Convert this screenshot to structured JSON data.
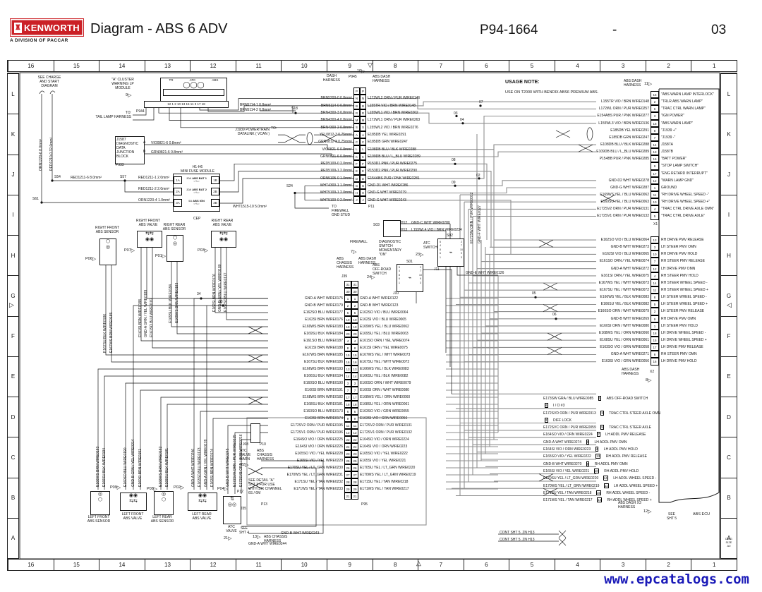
{
  "header": {
    "brand": "KENWORTH",
    "division": "A DIVISION OF PACCAR",
    "title": "Diagram - ABS 6 ADV",
    "doc_number": "P94-1664",
    "dash": "-",
    "sheet": "03"
  },
  "footer": {
    "url": "www.epcatalogs.com",
    "dwg_size": "DWG\nSIZE\nA0"
  },
  "grid": {
    "columns": [
      "16",
      "15",
      "14",
      "13",
      "12",
      "11",
      "10",
      "9",
      "8",
      "7",
      "6",
      "5",
      "4",
      "3",
      "2",
      "1"
    ],
    "rows": [
      "L",
      "K",
      "J",
      "I",
      "H",
      "G",
      "F",
      "E",
      "D",
      "C",
      "B",
      "A"
    ]
  },
  "notes": {
    "usage_title": "USAGE NOTE:",
    "usage_body": "USE ON T2000 WITH BENDIX ABS6 PREMIUM ABS.",
    "see_charge": "SEE CHARGE\nAND START\nDIAGRAM",
    "detail": "SEE DETAIL \"A\"\nSHT 3 FOR USE\nWITH SIX CHANNEL\n6S / 6M",
    "see_sht4": "SEE\nSHT 4",
    "see_sht5": "SEE\nSHT 5",
    "cont1": "CONT SHT 5, ZN H13",
    "cont2": "CONT SHT 5, ZN H13"
  },
  "markers": {
    "cluster": "9",
    "p945": "10",
    "x1": "11",
    "x2": "8",
    "x3": "12",
    "firewall": "7",
    "atc_switch": "23",
    "offroad_switch": "24",
    "j08": "22",
    "p13": "13",
    "atc_valve": "21"
  },
  "power": {
    "orn1220_6": "ORN1220-6 8.0mm²",
    "red1210": "RED1210-0 32.0mm²",
    "s54": "S54",
    "s57": "S57",
    "s61": "S61",
    "s18": "S18",
    "s24": "S24",
    "red1211_6": "RED1211-6 8.0mm²",
    "red1211_1": "RED1211-1 2.0mm²",
    "red1211_2": "RED1211-2 2.0mm²",
    "orn1220_4": "ORN1220-4 1.0mm²",
    "wht1515": "WHT1515-10 5.0mm²",
    "to_firewall": "TO\nFIREWALL\nGND STUD",
    "brn5114_1": "BRN5114-1 0.8mm²",
    "brn5114_2": "BRN5114-2 0.8mm²"
  },
  "fuse_module": {
    "title": "H1-H6\nMINI FUSE MODULE",
    "fuses": [
      {
        "amp": "10A",
        "name": "ABS BAT 1",
        "a": "1A",
        "b": "1B"
      },
      {
        "amp": "10A",
        "name": "ABS BAT 2",
        "a": "2A",
        "b": "2B"
      },
      {
        "amp": "5A",
        "name": "ABS IGN",
        "a": "3A",
        "b": "3B"
      }
    ]
  },
  "cluster": {
    "title": "\"A\" CLUSTER\nWARNING LP\nMODULE",
    "lamps": [
      "TR",
      "ATC",
      "ABS"
    ],
    "pins": "12   1   2   10  13  15  11   3   17  18",
    "connector": "P944",
    "tail": "TO:\nTAIL LAMP HARNESS"
  },
  "j1587": {
    "title": "J1587\nDIAGNOSTIC\nDATA\nJUNCTION\nBLOCK",
    "connector": "P933",
    "pin_a": "A",
    "wire_a": "VIO0821-6 0.8mm²",
    "pin_b": "B",
    "wire_b": "GRN0821-6 0.8mm²"
  },
  "datalink": {
    "to": "TO:",
    "label": "J1939 POWERTRAIN\nDATALINK ( VCAN )"
  },
  "p945": {
    "left_title": "DASH\nHARNESS",
    "name": "P945",
    "right_title": "ABS DASH\nHARNESS",
    "bottom": "P11",
    "rows": [
      {
        "lw": "",
        "p": "P",
        "rw": ""
      },
      {
        "lw": "BRN5200-0 0.8mm²",
        "p": "N",
        "rw": "L172WL2 ORN / PUR WIRE0146"
      },
      {
        "lw": "BRN5114-0 0.8mm²",
        "p": "B",
        "rw": "L155TR VIO / BRN WIRE0148"
      },
      {
        "lw": "BRN4300-3 0.8mm²",
        "p": "R",
        "rw": "L155WL1 VIO / BRN WIRE0262"
      },
      {
        "lw": "BRN4300-4 0.8mm²",
        "p": "M",
        "rw": "L172WL1 ORN / PUR WIRE0263"
      },
      {
        "lw": "BRN4300-2 0.8mm²",
        "p": "S",
        "rw": "L155WL2 VIO / BRN WIRE0276"
      },
      {
        "lw": "YEL0812-3 0.75mm²",
        "p": "A",
        "rw": "E185DB YEL WIRE0291"
      },
      {
        "lw": "GRN0812-3 0.75mm²",
        "p": "C",
        "rw": "E185DB GRN WIRE0247"
      },
      {
        "lw": "VIO0821-6 0.8mm²",
        "p": "L",
        "rw": "E108DB BLU / BLK WIRE0288"
      },
      {
        "lw": "GRN0821-6 0.8mm²",
        "p": "K",
        "rw": "E109DB BLU / L_BLU WIRE0289"
      },
      {
        "lw": "RED5100-0 2.0mm²",
        "p": "F",
        "rw": "P153D1 PNK / PUR WIRE0275"
      },
      {
        "lw": "RED5100-1 2.0mm²",
        "p": "E",
        "rw": "P153D2 PNK / PUR WIRE0290"
      },
      {
        "lw": "ORN5105-0 1.0mm²",
        "p": "D",
        "rw": "E154ABS PUR / PNK WIRE0281"
      },
      {
        "lw": "WHT4300-1 1.0mm²",
        "p": "G",
        "rw": "GND-D1 WHT WIRE0286"
      },
      {
        "lw": "WHT5100-1 2.0mm²",
        "p": "H",
        "rw": "GND-G WHT WIRE0279"
      },
      {
        "lw": "WHT5100-0 2.0mm²",
        "p": "J",
        "rw": "GND-G WHT WIRE0243"
      }
    ]
  },
  "ecu": {
    "top_title": "ABS DASH\nHARNESS",
    "x1": "X1",
    "x2": "X2",
    "x2_title": "ABS DASH\nHARNESS",
    "x3_title": "ABS DASH  X3\nHARNESS",
    "name": "ABS ECU",
    "x1_rows": [
      {
        "w": "",
        "p": "15",
        "f": "\"ABS WARN LAMP INTERLOCK\""
      },
      {
        "w": "L155TR VIO / BRN WIRE0148",
        "p": "2",
        "f": "\"TRLR ABS WARN LAMP\""
      },
      {
        "w": "L172WL ORN / PUR WIRE0257",
        "p": "6",
        "f": "\"TRAC CTRL WARN LAMP\""
      },
      {
        "w": "E154ABS PUR / PNK WIRE0277",
        "p": "3",
        "f": "\"IGN POWER\""
      },
      {
        "w": "L155WL3 VIO / BRN WIRE0136",
        "p": "18",
        "f": "\"ABS WARN LAMP\""
      },
      {
        "w": "E185DB YEL WIRE0291",
        "p": "8",
        "f": "\"J1939 +\""
      },
      {
        "w": "E185DB GRN WIRE0247",
        "p": "7",
        "f": "\"J1939 -\""
      },
      {
        "w": "E108DB BLU / BLK WIRE0288",
        "p": "14",
        "f": "J1587A"
      },
      {
        "w": "E109DB BLU / L_BLU WIRE0289",
        "p": "13",
        "f": "J1587B"
      },
      {
        "w": "P154BB PUR / PNK WIRE0285",
        "p": "16",
        "f": "\"BATT POWER\""
      },
      {
        "w": "",
        "p": "9",
        "f": "\"STOP LAMP SWITCH\""
      },
      {
        "w": "",
        "p": "17",
        "f": "\"ENG RETARD INTERRUPT\""
      },
      {
        "w": "GND-D2 WHT WIRE0278",
        "p": "12",
        "f": "\"WARN LAMP GND\""
      },
      {
        "w": "GND-G WHT WIRE0287",
        "p": "1",
        "f": "GROUND"
      },
      {
        "w": "E169WS YEL / BLU WIRE0062",
        "p": "11",
        "f": "\"RH DRIVE WHEEL SPEED -\""
      },
      {
        "w": "E169SU YEL / BLU WIRE0063",
        "p": "10",
        "f": "\"RH DRIVE WHEEL SPEED +\""
      },
      {
        "w": "E172SV2 ORN / PUR WIRE0131",
        "p": "4",
        "f": "\"TRAC CTRL DRIVE AXLE OMN\""
      },
      {
        "w": "E172SV1 ORN / PUR WIRE0132",
        "p": "5",
        "f": "\"TRAC CTRL DRIVE AXLE\""
      }
    ],
    "x2_rows": [
      {
        "w": "E162SO VIO / BLU WIRE0064",
        "p": "13",
        "f": "RH DRIVE PMV RELEASE"
      },
      {
        "w": "GND-B WHT WIRE0273",
        "p": "3",
        "f": "LH STEER PMV OMN"
      },
      {
        "w": "E162SI VIO / BLU WIRE0065",
        "p": "10",
        "f": "RH DRIVE PMV HOLD"
      },
      {
        "w": "E161SO ORN / YEL WIRE0074",
        "p": "7",
        "f": "RH STEER PMV RELEASE"
      },
      {
        "w": "GND-A WHT WIRE0272",
        "p": "12",
        "f": "LH DRIVE PMV OMN"
      },
      {
        "w": "E161SI ORN / YEL WIRE0075",
        "p": "4",
        "f": "RH STEER PMV HOLD"
      },
      {
        "w": "E167WS YEL / WHT WIRE0073",
        "p": "14",
        "f": "RH STEER WHEEL SPEED -"
      },
      {
        "w": "E167SU YEL / WHT WIRE0072",
        "p": "11",
        "f": "RH STEER WHEEL SPEED +"
      },
      {
        "w": "E166WS YEL / BLK WIRE0083",
        "p": "8",
        "f": "LH STEER WHEEL SPEED -"
      },
      {
        "w": "E166SU YEL / BLK WIRE0082",
        "p": "5",
        "f": "LH STEER WHEEL SPEED +"
      },
      {
        "w": "E160SO ORN / WHT WIRE0079",
        "p": "2",
        "f": "LH STEER PMV RELEASE"
      },
      {
        "w": "GND-B WHT WIRE0269",
        "p": "9",
        "f": "RH DRIVE PMV OMN"
      },
      {
        "w": "E160SI ORN / WHT WIRE0080",
        "p": "1",
        "f": "LH STEER PMV HOLD"
      },
      {
        "w": "E168WS YEL / ORN WIRE0060",
        "p": "18",
        "f": "LH DRIVE WHEEL SPEED -"
      },
      {
        "w": "E168SU YEL / ORN WIRE0061",
        "p": "15",
        "f": "LH DRIVE WHEEL SPEED +"
      },
      {
        "w": "E163SO VIO / GRN WIRE0058",
        "p": "17",
        "f": "LH DRIVE PMV RELEASE"
      },
      {
        "w": "GND-A WHT WIRE0271",
        "p": "6",
        "f": "RH STEER PMV OMN"
      },
      {
        "w": "E163SI VIO / GRN WIRE0056",
        "p": "16",
        "f": "LH DRIVE PMV HOLD"
      }
    ],
    "x3_rows": [
      {
        "w": "E173SW GRA / BLU WIRE0085",
        "p": "1",
        "f": "ABS OFF-ROAD SWITCH"
      },
      {
        "w": "",
        "p": "6",
        "f": "I / O #3"
      },
      {
        "w": "E172SVD ORN / PUR WIRE0313",
        "p": "3",
        "f": "TRAC CTRL STEER AXLE OMN"
      },
      {
        "w": "",
        "p": "2",
        "f": "DIFF LOCK"
      },
      {
        "w": "E172SVC ORN / PUR WIRE0059",
        "p": "5",
        "f": "TRAC CTRL STEER AXLE"
      },
      {
        "w": "E164SO VIO / ORN WIRE0224",
        "p": "7",
        "f": "LH ADDL PMV RELEASE"
      },
      {
        "w": "GND-A WHT WIRE0274",
        "p": "8",
        "f": "LH ADDL PMV OMN"
      },
      {
        "w": "E164SI VIO / ORN WIRE0223",
        "p": "4",
        "f": "LH ADDL PMV HOLD"
      },
      {
        "w": "E165SO VIO / YEL WIRE0222",
        "p": "13",
        "f": "RH ADDL PMV RELEASE"
      },
      {
        "w": "GND-B WHT WIRE0270",
        "p": "9",
        "f": "RH ADDL PMV OMN"
      },
      {
        "w": "E165SI VIO / YEL WIRE0221",
        "p": "10",
        "f": "RH ADDL PMV HOLD"
      },
      {
        "w": "E170SU YEL / LT_GRN WIRE0220",
        "p": "14",
        "f": "LH ADDL WHEEL SPEED -"
      },
      {
        "w": "E170WS YEL / LT_GRN WIRE0219",
        "p": "11",
        "f": "LH ADDL WHEEL SPEED +"
      },
      {
        "w": "E171SU YEL / TAN WIRE0218",
        "p": "15",
        "f": "RH ADDL WHEEL SPEED -"
      },
      {
        "w": "E171WS YEL / TAN WIRE0217",
        "p": "12",
        "f": "RH ADDL WHEEL SPEED +"
      }
    ]
  },
  "j39": {
    "name": "J39",
    "bottom": "P95",
    "rows": [
      {
        "lw": "",
        "p": "31",
        "rw": ""
      },
      {
        "lw": "",
        "p": "30",
        "rw": ""
      },
      {
        "lw": "GND-A WHT WIRE0175",
        "p": "1",
        "rw": "GND-A WHT WIRE0122"
      },
      {
        "lw": "GND-B WHT WIRE0179",
        "p": "2",
        "rw": "GND-B WHT WIRE0123"
      },
      {
        "lw": "E162SO BLU WIRE0177",
        "p": "5",
        "rw": "E162SO VIO / BLU WIRE0064"
      },
      {
        "lw": "E162SI BRN WIRE0176",
        "p": "10",
        "rw": "E162SI VIO / BLU WIRE0065"
      },
      {
        "lw": "E169WS BRN WIRE0183",
        "p": "19",
        "rw": "E169WS YEL / BLU WIRE0062"
      },
      {
        "lw": "E169SU BLK WIRE0184",
        "p": "20",
        "rw": "E169SU YEL / BLU WIRE0063"
      },
      {
        "lw": "E161SO BLU WIRE0187",
        "p": "4",
        "rw": "E161SO ORN / YEL WIRE0074"
      },
      {
        "lw": "E161SI BRN WIRE0188",
        "p": "8",
        "rw": "E161SI ORN / YEL WIRE0075"
      },
      {
        "lw": "E167WS BRN WIRE0185",
        "p": "15",
        "rw": "E167WS YEL / WHT WIRE0073"
      },
      {
        "lw": "E167SU BLK WIRE0186",
        "p": "16",
        "rw": "E167SU YEL / WHT WIRE0072"
      },
      {
        "lw": "E166WS BRN WIRE0193",
        "p": "13",
        "rw": "E166WS YEL / BLK WIRE0083"
      },
      {
        "lw": "E166SU BLK WIRE0194",
        "p": "14",
        "rw": "E166SU YEL / BLK WIRE0082"
      },
      {
        "lw": "E160SO BLU WIRE0190",
        "p": "3",
        "rw": "E160SO ORN / WHT WIRE0079"
      },
      {
        "lw": "E160SI BRN WIRE0191",
        "p": "7",
        "rw": "E160SI ORN / WHT WIRE0080"
      },
      {
        "lw": "E168WS BRN WIRE0182",
        "p": "17",
        "rw": "E168WS YEL / ORN WIRE0060"
      },
      {
        "lw": "E168SU BLK WIRE0181",
        "p": "18",
        "rw": "E168SU YEL / ORN WIRE0061"
      },
      {
        "lw": "E163SO BLU WIRE0173",
        "p": "6",
        "rw": "E163SO VIO / GRN WIRE0055"
      },
      {
        "lw": "E163SI BRN WIRE0174",
        "p": "9",
        "rw": "E163SI VIO / GRN WIRE0056"
      },
      {
        "lw": "E172SV2 ORN / PUR WIRE0195",
        "p": "11",
        "rw": "E172SV2 ORN / PUR WIRE0131"
      },
      {
        "lw": "E172SV1 ORN / PUR WIRE0196",
        "p": "12",
        "rw": "E172SV1 ORN / PUR WIRE0132"
      },
      {
        "lw": "E164SO VIO / ORN WIRE0225",
        "p": "22",
        "rw": "E164SO VIO / ORN WIRE0224"
      },
      {
        "lw": "E164SI VIO / ORN WIRE0226",
        "p": "24",
        "rw": "E164SI VIO / ORN WIRE0223"
      },
      {
        "lw": "E165SO VIO / YEL WIRE0228",
        "p": "23",
        "rw": "E165SO VIO / YEL WIRE0222"
      },
      {
        "lw": "E165SI VIO / YEL WIRE0229",
        "p": "25",
        "rw": "E165SI VIO / YEL WIRE0221"
      },
      {
        "lw": "E170SU YEL / LT_GRN WIRE0230",
        "p": "26",
        "rw": "E170SU YEL / LT_GRN WIRE0220"
      },
      {
        "lw": "E170WS YEL / LT_GRN WIRE0231",
        "p": "27",
        "rw": "E170WS YEL / LT_GRN WIRE0219"
      },
      {
        "lw": "E171SU YEL / TAN WIRE0232",
        "p": "28",
        "rw": "E171SU YEL / TAN WIRE0218"
      },
      {
        "lw": "E171WS YEL / TAN WIRE0233",
        "p": "29",
        "rw": "E171WS YEL / TAN WIRE0217"
      },
      {
        "lw": "",
        "p": "21",
        "rw": ""
      }
    ]
  },
  "switches": {
    "firewall": "FIREWALL",
    "chassis": "ABS\nCHASSIS\nHARNESS",
    "dash": "ABS DASH\nHARNESS",
    "s03": {
      "id": "S03",
      "label": "DIAGNOSTIC\nSWITCH\nMOMENTARY\n\"ON\"",
      "h12": "H12",
      "h13": "H13",
      "wire_h12": "GND-C WHT WIRE0280",
      "wire_h13": "L155WL4 VIO / BRN WIRE0234"
    },
    "s02": {
      "id": "S02",
      "label": "ATC\nSWITCH",
      "conn": "J11",
      "lp": "5\n4\n8\n6\n1",
      "rp": "2\n7\n10\n9\n3",
      "gnd": "GND-E WHT WIRE0126"
    },
    "s01": {
      "id": "S01",
      "label": "ABS\nOFF-ROAD\nSWITCH",
      "conn": "J10",
      "lp": "5\n4\n8\n6\n1",
      "rp": "2\n7\n10\n9\n3"
    }
  },
  "bus_labels": {
    "b1": "E172SW ORN / PUR WIRE0312",
    "b2": "GND-F WHT WIRE0127"
  },
  "splices": {
    "s07": "07",
    "s03": "03",
    "s04": "04",
    "s08": "08",
    "s09": "09",
    "s02": "02",
    "s05": "05",
    "s06": "06",
    "s34": "34",
    "s33": "33"
  },
  "cep": "CEP",
  "devices_top": [
    {
      "label": "RIGHT FRONT\nABS SENSOR",
      "conn": "P06",
      "wires": [
        "E167SU BLK WIRE0186",
        "E167WS BRN WIRE0185"
      ]
    },
    {
      "label": "RIGHT FRONT\nABS VALVE",
      "conn": "P07",
      "wires": [
        "E161SI BRN WIRE0188",
        "GND-A GRN / YEL WIRE0189",
        "E161SO BLU WIRE0187"
      ]
    },
    {
      "label": "RIGHT REAR\nABS SENSOR",
      "conn": "P01",
      "wires": [
        "E169SU BLK WIRE0184",
        "E169WS BRN WIRE0183"
      ]
    },
    {
      "label": "RIGHT REAR\nABS VALVE",
      "conn": "P03",
      "wires": [
        "E162SI BRN WIRE0176",
        "GND-B GRN / YEL WIRE0180",
        "E162SO BLU WIRE0177"
      ]
    }
  ],
  "devices_bottom": [
    {
      "label": "LEFT FRONT\nABS SENSOR",
      "conn": "P09",
      "wires": [
        "E166WS BRN WIRE0193",
        "E166SU BLK WIRE0194"
      ]
    },
    {
      "label": "LEFT FRONT\nABS VALVE",
      "conn": "P08",
      "wires": [
        "E160SO BLU WIRE0190",
        "GND-B GRN / YEL WIRE0214",
        "E160SI BRN WIRE0191"
      ]
    },
    {
      "label": "LEFT REAR\nABS SENSOR",
      "conn": "P02",
      "wires": [
        "E168WS BRN WIRE0182",
        "E168SU BLK WIRE0181"
      ]
    },
    {
      "label": "LEFT REAR\nABS VALVE",
      "conn": "P04",
      "wires": [
        "GND-A WHT WIRE0246",
        "E163SO BLU WIRE0173",
        "GND-A GRN / YEL WIRE0178",
        "E163SI BRN WIRE0174"
      ]
    },
    {
      "label": "ATC\nVALVE",
      "conn": "J35",
      "wires": [
        "GND-B WHT WIRE0245",
        "E172SVA ORN / PUR WIRE0215",
        "E172SVB ORN / PUR WIRE0216"
      ]
    }
  ],
  "bottom_area": {
    "j08": "J08",
    "p10": "P10",
    "atc_harn": "ATC\nVALVE\nHARN",
    "abs_chassis": "ABS\nCHASSIS\nHARNESS",
    "p12": "P12",
    "p13": "P13",
    "p13_harness": "ABS CHASSIS\nHARNESS",
    "gnd_b243": "GND-B WHT WIRE0243",
    "gnd_a244": "GND-A WHT WIRE0244"
  }
}
